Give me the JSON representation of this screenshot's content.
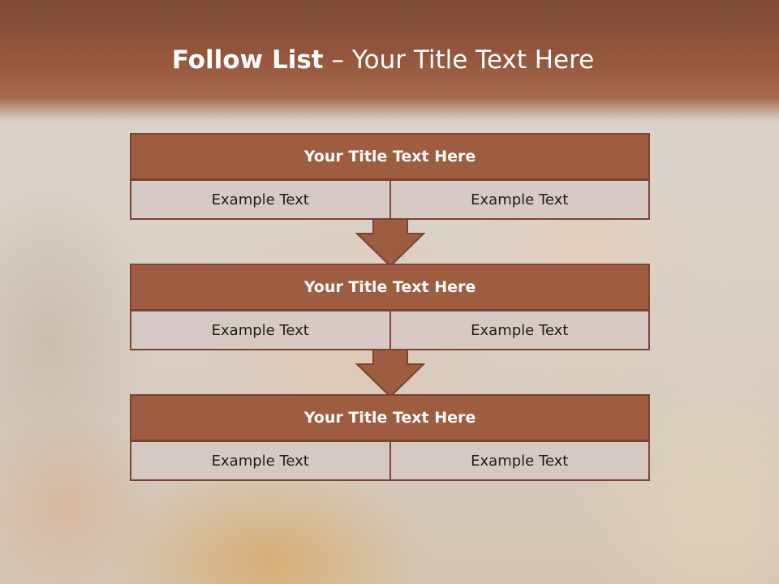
{
  "slide": {
    "title_bold": "Follow List",
    "title_rest": "– Your Title Text Here"
  },
  "steps": [
    {
      "title": "Your Title Text Here",
      "left": "Example Text",
      "right": "Example Text"
    },
    {
      "title": "Your Title Text Here",
      "left": "Example Text",
      "right": "Example Text"
    },
    {
      "title": "Your Title Text Here",
      "left": "Example Text",
      "right": "Example Text"
    }
  ],
  "colors": {
    "header": "#96573d",
    "box_title": "#9e5c40",
    "box_border": "#7b4331",
    "cell_fill": "#d6c9c4"
  }
}
